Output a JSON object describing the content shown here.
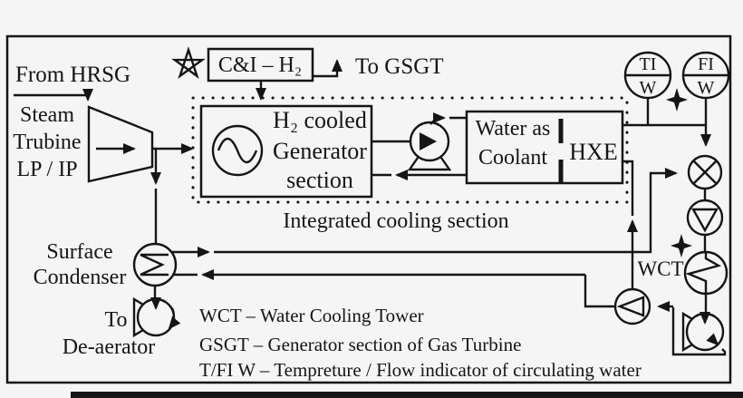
{
  "colors": {
    "background": "#f5f5f5",
    "ink": "#151515"
  },
  "icons": {
    "control_star": "pentagram ⛤",
    "sparkle": "four-point star ✦",
    "generator_symbol": "circle with sine wave ∿",
    "pump_symbol": "circle with triangle",
    "heat_exchanger_symbol": "circle with zigzag",
    "valve_symbol": "circle with X"
  },
  "labels": {
    "from_hrsg": "From HRSG",
    "steam1": "Steam",
    "steam2": "Trubine",
    "steam3": "LP / IP",
    "ci_h2": "C&I – H₂",
    "to_gsgt": "To GSGT",
    "gen1": "H₂ cooled",
    "gen2": "Generator",
    "gen3": "section",
    "integrated": "Integrated cooling section",
    "water1": "Water as",
    "water2": "Coolant",
    "hxe": "HXE",
    "ti": "TI",
    "ti_w": "W",
    "fi": "FI",
    "fi_w": "W",
    "wct": "WCT",
    "surface": "Surface",
    "condenser": "Condenser",
    "to": "To",
    "deaerator": "De-aerator"
  },
  "legend": {
    "line1": "WCT – Water Cooling Tower",
    "line2": "GSGT – Generator section of Gas Turbine",
    "line3": "T/FI W – Tempreture / Flow indicator of circulating water"
  }
}
